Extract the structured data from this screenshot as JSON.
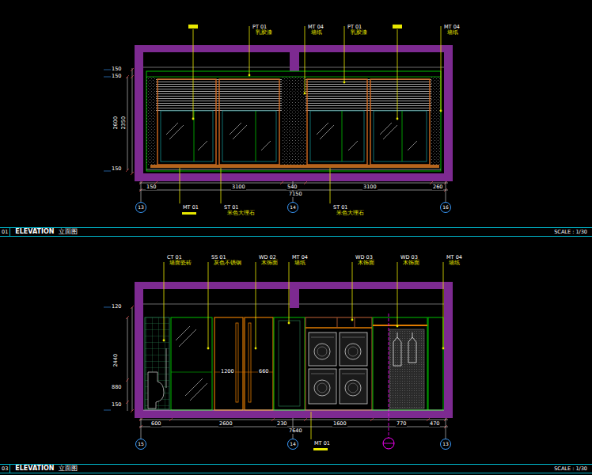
{
  "diagram": {
    "nodes": [
      {
        "text": [
          "01",
          "ELEVATION",
          "立面图",
          "SCALE : 1/30"
        ]
      },
      {
        "text": [
          "03",
          "ELEVATION",
          "立面图",
          "SCALE : 1/30"
        ]
      },
      {
        "text": [
          "13"
        ]
      },
      {
        "text": [
          "14"
        ]
      },
      {
        "text": [
          "16"
        ]
      },
      {
        "text": [
          "15"
        ]
      },
      {
        "text": [
          "14"
        ]
      },
      {
        "text": [
          "13"
        ]
      }
    ],
    "labels": [
      "PT 01",
      "乳胶漆",
      "MT 04",
      "墙纸",
      "PT 01",
      "乳胶漆",
      "MT 04",
      "墙纸",
      "150",
      "3100",
      "540",
      "3100",
      "260",
      "7150",
      "150",
      "150",
      "2600",
      "2350",
      "150",
      "MT 01",
      "ST 01",
      "米色大理石",
      "ST 01",
      "米色大理石",
      "CT 01",
      "墙面瓷砖",
      "SS 01",
      "灰色不锈钢",
      "WD 02",
      "木饰面",
      "MT 04",
      "墙纸",
      "WD 03",
      "木饰面",
      "WD 03",
      "木饰面",
      "MT 04",
      "墙纸",
      "600",
      "2600",
      "230",
      "1600",
      "770",
      "470",
      "7640",
      "120",
      "2440",
      "880",
      "150",
      "1200",
      "660",
      "MT 01"
    ]
  }
}
